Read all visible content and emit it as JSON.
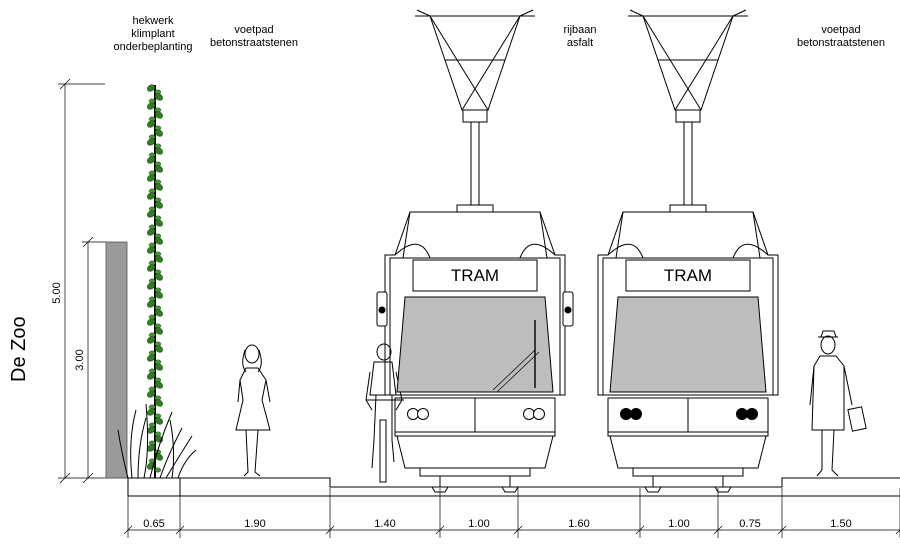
{
  "street_name": "De Zoo",
  "labels": {
    "fence": [
      "hekwerk",
      "klimplant",
      "onderbeplanting"
    ],
    "sidewalk_left": [
      "voetpad",
      "betonstraatstenen"
    ],
    "roadway": [
      "rijbaan",
      "asfalt"
    ],
    "sidewalk_right": [
      "voetpad",
      "betonstraatstenen"
    ]
  },
  "vertical_dimensions": [
    "5.00",
    "3.00"
  ],
  "horizontal_dimensions": [
    "0.65",
    "1.90",
    "1.40",
    "1.00",
    "1.60",
    "1.00",
    "0.75",
    "1.50"
  ],
  "trams": [
    {
      "sign": "TRAM"
    },
    {
      "sign": "TRAM"
    }
  ]
}
